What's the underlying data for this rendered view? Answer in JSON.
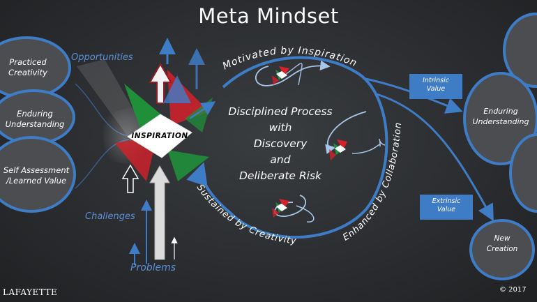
{
  "title": "Meta Mindset",
  "left_bubbles": [
    {
      "line1": "Practiced",
      "line2": "Creativity"
    },
    {
      "line1": "Enduring",
      "line2": "Understanding"
    },
    {
      "line1": "Self Assessment",
      "line2": "/Learned Value"
    }
  ],
  "inputs": {
    "opportunities": "Opportunities",
    "challenges": "Challenges",
    "problems": "Problems"
  },
  "inspiration_label": "INSPIRATION",
  "center": {
    "line1": "Disciplined Process",
    "line2": "with",
    "line3": "Discovery",
    "line4": "and",
    "line5": "Deliberate Risk"
  },
  "cycle_labels": {
    "top": "Motivated by Inspiration",
    "right": "Enhanced by Collaboration",
    "bottom_left": "Sustained by Creativity"
  },
  "value_boxes": {
    "intrinsic_line1": "Intrinsic",
    "intrinsic_line2": "Value",
    "extrinsic_line1": "Extrinsic",
    "extrinsic_line2": "Value"
  },
  "right_bubbles": {
    "enduring_line1": "Enduring",
    "enduring_line2": "Understanding",
    "creation_line1": "New",
    "creation_line2": "Creation"
  },
  "footer": {
    "logo": "LAFAYETTE",
    "copyright": "© 2017"
  },
  "colors": {
    "accent_blue": "#3f7cc6",
    "label_blue": "#5b8fd6",
    "red": "#d6202a",
    "green": "#1f8f3a",
    "background": "#2b2d30"
  }
}
